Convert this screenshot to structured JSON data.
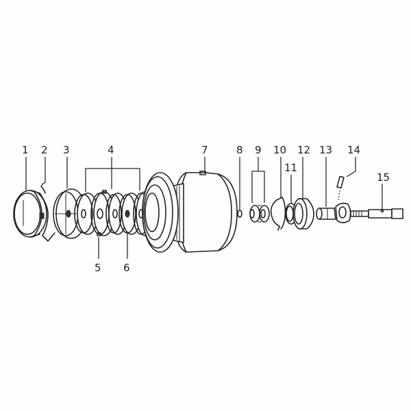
{
  "diagram": {
    "type": "exploded-parts-view",
    "background": "#fefefe",
    "line_color": "#222222",
    "callouts": [
      {
        "id": "1",
        "label": "1",
        "part": "front cap / lens ring"
      },
      {
        "id": "2",
        "label": "2",
        "part": "clip spring"
      },
      {
        "id": "3",
        "label": "3",
        "part": "slotted disc"
      },
      {
        "id": "4",
        "label": "4",
        "part": "disc set (bracketed group)"
      },
      {
        "id": "5",
        "label": "5",
        "part": "toothed disc"
      },
      {
        "id": "6",
        "label": "6",
        "part": "washer disc"
      },
      {
        "id": "7",
        "label": "7",
        "part": "main housing"
      },
      {
        "id": "8",
        "label": "8",
        "part": "small ring"
      },
      {
        "id": "9",
        "label": "9",
        "part": "bushing pair (bracketed group)"
      },
      {
        "id": "10",
        "label": "10",
        "part": "spring clip"
      },
      {
        "id": "11",
        "label": "11",
        "part": "O-ring"
      },
      {
        "id": "12",
        "label": "12",
        "part": "collar nut"
      },
      {
        "id": "13",
        "label": "13",
        "part": "hex nut / coupling"
      },
      {
        "id": "14",
        "label": "14",
        "part": "pin"
      },
      {
        "id": "15",
        "label": "15",
        "part": "threaded spindle"
      }
    ]
  }
}
